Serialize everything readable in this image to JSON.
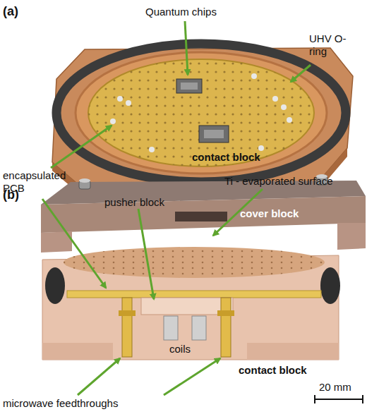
{
  "diagram": {
    "labels": [
      "(a)",
      "Quantum chips",
      "UHV O-ring",
      "contact block",
      "encapsulated PCB",
      "Ti - evaporated surface",
      "(b)",
      "pusher block",
      "cover block",
      "coils",
      "contact block",
      "microwave feedthroughs",
      "20 mm"
    ]
  }
}
